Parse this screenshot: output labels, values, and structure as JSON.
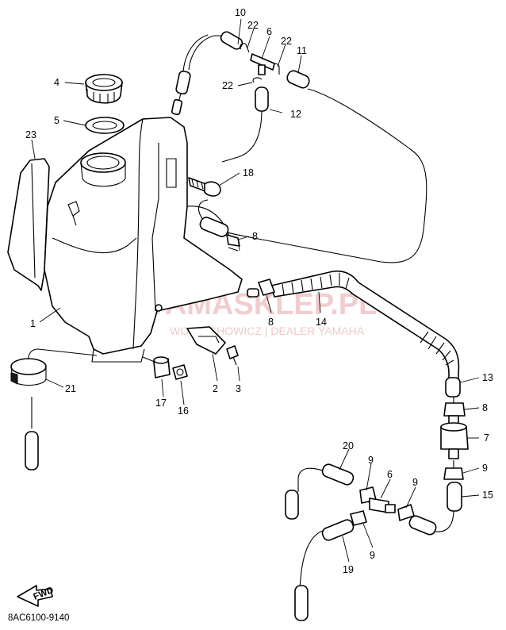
{
  "diagram_code": "8AC6100-9140",
  "fwd_label": "FWD",
  "watermark": {
    "brand": "YAMASKLEP.PL",
    "dealer": "WOJTECHOWICZ | DEALER YAMAHA"
  },
  "callouts": [
    {
      "id": "c10",
      "text": "10"
    },
    {
      "id": "c22a",
      "text": "22"
    },
    {
      "id": "c6a",
      "text": "6"
    },
    {
      "id": "c22b",
      "text": "22"
    },
    {
      "id": "c11",
      "text": "11"
    },
    {
      "id": "c4",
      "text": "4"
    },
    {
      "id": "c22c",
      "text": "22"
    },
    {
      "id": "c12",
      "text": "12"
    },
    {
      "id": "c5",
      "text": "5"
    },
    {
      "id": "c23",
      "text": "23"
    },
    {
      "id": "c18",
      "text": "18"
    },
    {
      "id": "c8a",
      "text": "8"
    },
    {
      "id": "c1",
      "text": "1"
    },
    {
      "id": "c8b",
      "text": "8"
    },
    {
      "id": "c14",
      "text": "14"
    },
    {
      "id": "c21",
      "text": "21"
    },
    {
      "id": "c2",
      "text": "2"
    },
    {
      "id": "c3",
      "text": "3"
    },
    {
      "id": "c17",
      "text": "17"
    },
    {
      "id": "c16",
      "text": "16"
    },
    {
      "id": "c13",
      "text": "13"
    },
    {
      "id": "c8c",
      "text": "8"
    },
    {
      "id": "c7",
      "text": "7"
    },
    {
      "id": "c20",
      "text": "20"
    },
    {
      "id": "c9a",
      "text": "9"
    },
    {
      "id": "c9b",
      "text": "9"
    },
    {
      "id": "c6b",
      "text": "6"
    },
    {
      "id": "c9c",
      "text": "9"
    },
    {
      "id": "c15",
      "text": "15"
    },
    {
      "id": "c9d",
      "text": "9"
    },
    {
      "id": "c19",
      "text": "19"
    }
  ]
}
